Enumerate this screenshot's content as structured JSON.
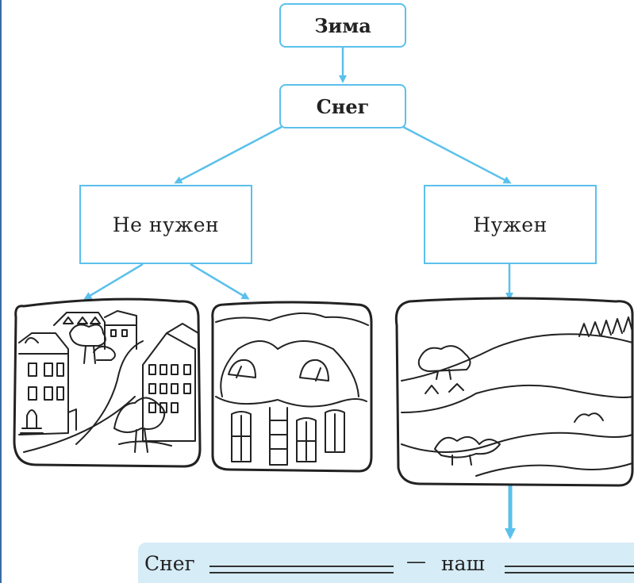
{
  "colors": {
    "accent": "#5bc0eb",
    "answer_bg": "#d6ecf7",
    "ink": "#222222"
  },
  "nodes": {
    "root": "Зима",
    "child": "Снег",
    "left": "Не нужен",
    "right": "Нужен"
  },
  "pictures": [
    {
      "name": "city-houses-winter-picture"
    },
    {
      "name": "snow-covered-house-picture"
    },
    {
      "name": "snowy-fields-picture"
    }
  ],
  "answer": {
    "start": "Снег",
    "dash": "—",
    "middle": "наш"
  }
}
